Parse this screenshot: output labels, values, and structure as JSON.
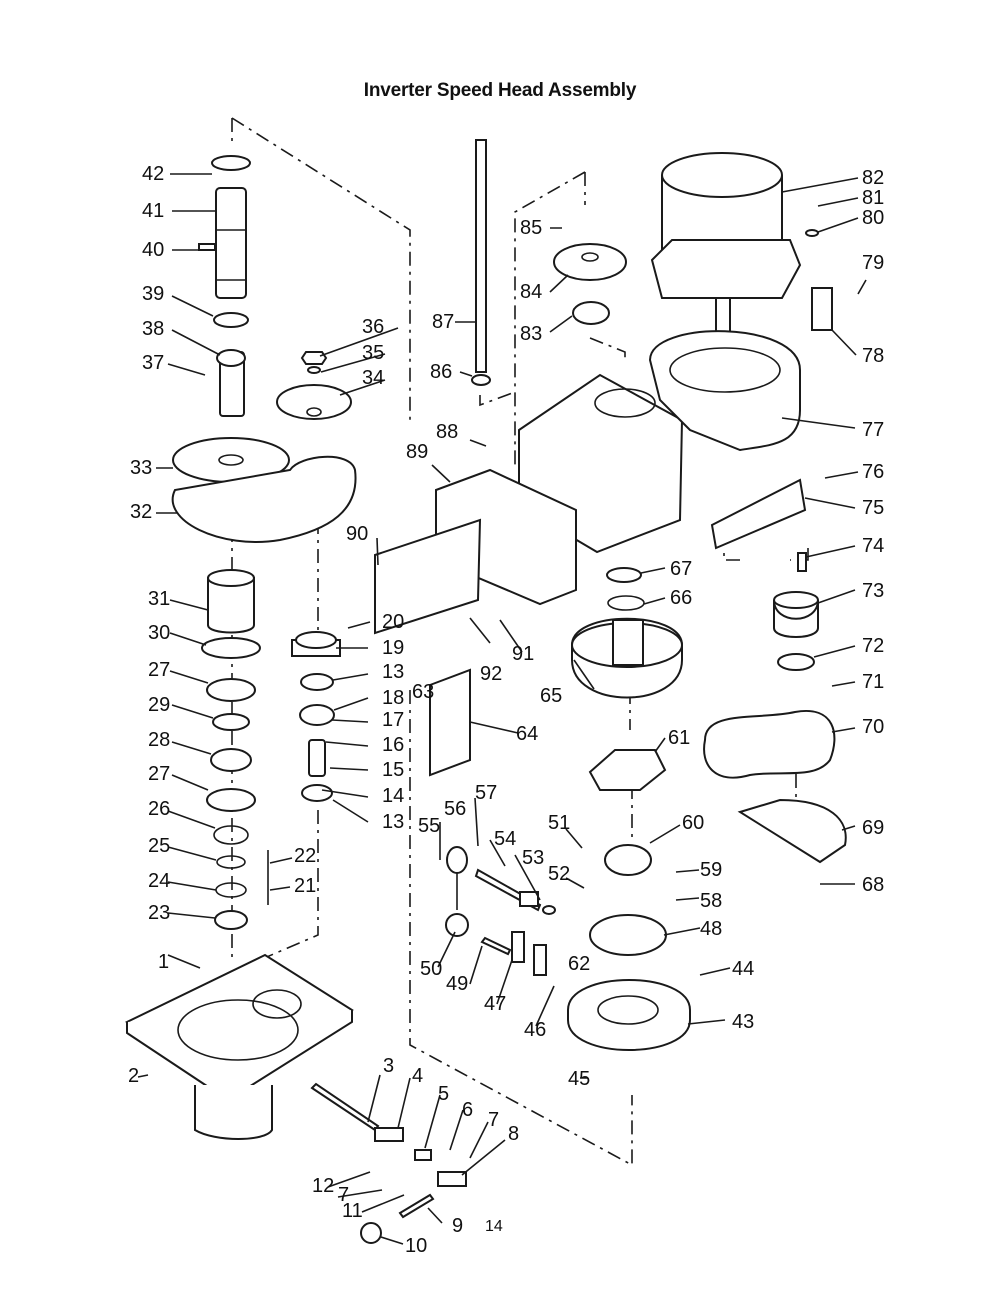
{
  "title": "Inverter Speed Head Assembly",
  "page_number": "14",
  "parts": [
    {
      "label": "1"
    },
    {
      "label": "2"
    },
    {
      "label": "3"
    },
    {
      "label": "4"
    },
    {
      "label": "5"
    },
    {
      "label": "6"
    },
    {
      "label": "7"
    },
    {
      "label": "7"
    },
    {
      "label": "8"
    },
    {
      "label": "9"
    },
    {
      "label": "10"
    },
    {
      "label": "11"
    },
    {
      "label": "12"
    },
    {
      "label": "13"
    },
    {
      "label": "13"
    },
    {
      "label": "14"
    },
    {
      "label": "15"
    },
    {
      "label": "16"
    },
    {
      "label": "17"
    },
    {
      "label": "18"
    },
    {
      "label": "19"
    },
    {
      "label": "20"
    },
    {
      "label": "21"
    },
    {
      "label": "22"
    },
    {
      "label": "23"
    },
    {
      "label": "24"
    },
    {
      "label": "25"
    },
    {
      "label": "26"
    },
    {
      "label": "27"
    },
    {
      "label": "27"
    },
    {
      "label": "28"
    },
    {
      "label": "29"
    },
    {
      "label": "30"
    },
    {
      "label": "31"
    },
    {
      "label": "32"
    },
    {
      "label": "33"
    },
    {
      "label": "34"
    },
    {
      "label": "35"
    },
    {
      "label": "36"
    },
    {
      "label": "37"
    },
    {
      "label": "38"
    },
    {
      "label": "39"
    },
    {
      "label": "40"
    },
    {
      "label": "41"
    },
    {
      "label": "42"
    },
    {
      "label": "43"
    },
    {
      "label": "44"
    },
    {
      "label": "45"
    },
    {
      "label": "46"
    },
    {
      "label": "47"
    },
    {
      "label": "48"
    },
    {
      "label": "49"
    },
    {
      "label": "50"
    },
    {
      "label": "51"
    },
    {
      "label": "52"
    },
    {
      "label": "53"
    },
    {
      "label": "54"
    },
    {
      "label": "55"
    },
    {
      "label": "56"
    },
    {
      "label": "57"
    },
    {
      "label": "58"
    },
    {
      "label": "59"
    },
    {
      "label": "60"
    },
    {
      "label": "61"
    },
    {
      "label": "62"
    },
    {
      "label": "63"
    },
    {
      "label": "64"
    },
    {
      "label": "65"
    },
    {
      "label": "66"
    },
    {
      "label": "67"
    },
    {
      "label": "68"
    },
    {
      "label": "69"
    },
    {
      "label": "70"
    },
    {
      "label": "71"
    },
    {
      "label": "72"
    },
    {
      "label": "73"
    },
    {
      "label": "74"
    },
    {
      "label": "75"
    },
    {
      "label": "76"
    },
    {
      "label": "77"
    },
    {
      "label": "78"
    },
    {
      "label": "79"
    },
    {
      "label": "80"
    },
    {
      "label": "81"
    },
    {
      "label": "82"
    },
    {
      "label": "83"
    },
    {
      "label": "84"
    },
    {
      "label": "85"
    },
    {
      "label": "86"
    },
    {
      "label": "87"
    },
    {
      "label": "88"
    },
    {
      "label": "89"
    },
    {
      "label": "90"
    },
    {
      "label": "91"
    },
    {
      "label": "92"
    }
  ]
}
